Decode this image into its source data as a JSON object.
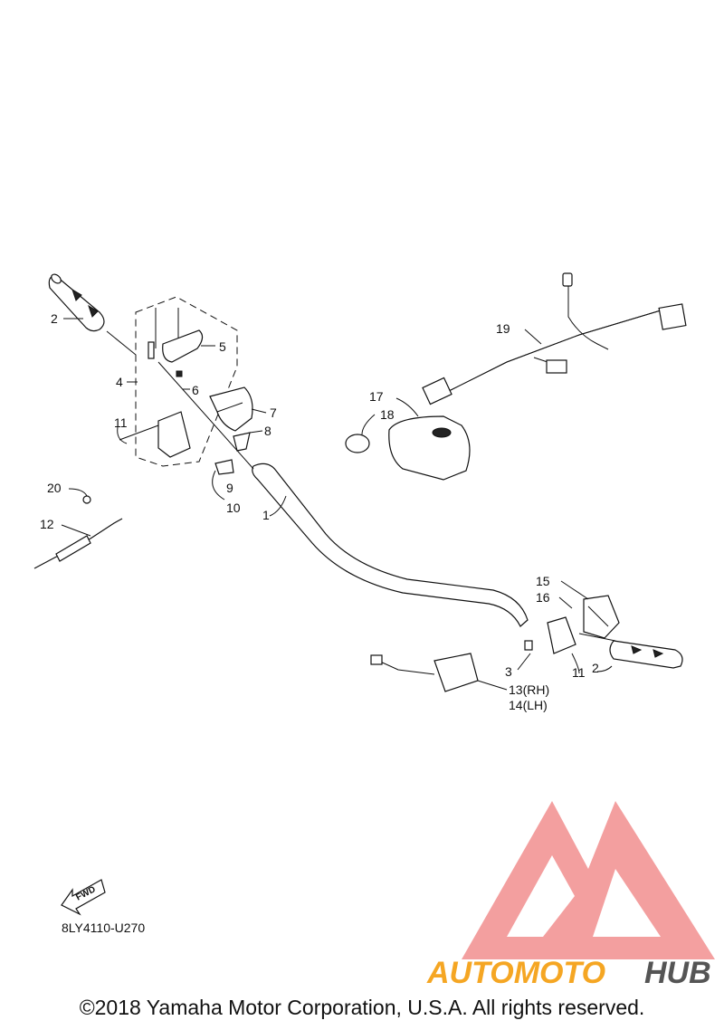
{
  "callouts": [
    {
      "label": "1"
    },
    {
      "label": "2"
    },
    {
      "label": "2"
    },
    {
      "label": "3"
    },
    {
      "label": "4"
    },
    {
      "label": "5"
    },
    {
      "label": "6"
    },
    {
      "label": "7"
    },
    {
      "label": "8"
    },
    {
      "label": "9"
    },
    {
      "label": "10"
    },
    {
      "label": "11"
    },
    {
      "label": "11"
    },
    {
      "label": "12"
    },
    {
      "label": "13(RH)"
    },
    {
      "label": "14(LH)"
    },
    {
      "label": "15"
    },
    {
      "label": "16"
    },
    {
      "label": "17"
    },
    {
      "label": "18"
    },
    {
      "label": "19"
    },
    {
      "label": "20"
    }
  ],
  "fwd_label": "FWD",
  "part_code": "8LY4110-U270",
  "watermark": {
    "part1": "AUTOMOTO",
    "part2": "HUB",
    "color1": "#f5a623",
    "color2": "#555555",
    "logo_color": "#f08080"
  },
  "copyright": "©2018 Yamaha Motor Corporation, U.S.A. All rights reserved."
}
